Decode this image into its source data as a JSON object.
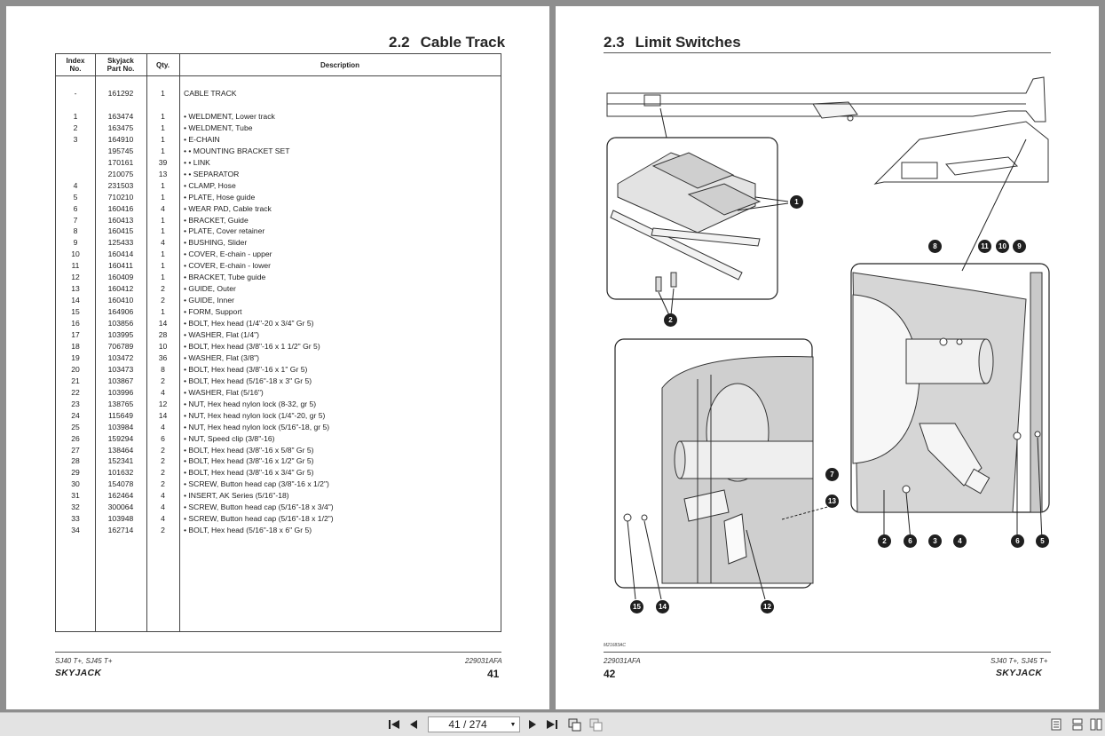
{
  "left_page": {
    "section_number": "2.2",
    "section_title": "Cable Track",
    "table": {
      "headers": {
        "index": [
          "Index",
          "No."
        ],
        "part": [
          "Skyjack",
          "Part No."
        ],
        "qty": "Qty.",
        "desc": "Description"
      },
      "rows": [
        {
          "idx": "-",
          "part": "161292",
          "qty": "1",
          "desc": "CABLE TRACK"
        },
        {
          "idx": "1",
          "part": "163474",
          "qty": "1",
          "desc": "•  WELDMENT, Lower track"
        },
        {
          "idx": "2",
          "part": "163475",
          "qty": "1",
          "desc": "•  WELDMENT, Tube"
        },
        {
          "idx": "3",
          "part": "164910",
          "qty": "1",
          "desc": "•  E-CHAIN"
        },
        {
          "idx": "",
          "part": "195745",
          "qty": "1",
          "desc": "•  •  MOUNTING BRACKET SET"
        },
        {
          "idx": "",
          "part": "170161",
          "qty": "39",
          "desc": "•  •  LINK"
        },
        {
          "idx": "",
          "part": "210075",
          "qty": "13",
          "desc": "•  •  SEPARATOR"
        },
        {
          "idx": "4",
          "part": "231503",
          "qty": "1",
          "desc": "•  CLAMP, Hose"
        },
        {
          "idx": "5",
          "part": "710210",
          "qty": "1",
          "desc": "•  PLATE, Hose guide"
        },
        {
          "idx": "6",
          "part": "160416",
          "qty": "4",
          "desc": "•  WEAR PAD, Cable track"
        },
        {
          "idx": "7",
          "part": "160413",
          "qty": "1",
          "desc": "•  BRACKET, Guide"
        },
        {
          "idx": "8",
          "part": "160415",
          "qty": "1",
          "desc": "•  PLATE, Cover retainer"
        },
        {
          "idx": "9",
          "part": "125433",
          "qty": "4",
          "desc": "•  BUSHING, Slider"
        },
        {
          "idx": "10",
          "part": "160414",
          "qty": "1",
          "desc": "•  COVER, E-chain - upper"
        },
        {
          "idx": "11",
          "part": "160411",
          "qty": "1",
          "desc": "•  COVER, E-chain - lower"
        },
        {
          "idx": "12",
          "part": "160409",
          "qty": "1",
          "desc": "•  BRACKET, Tube guide"
        },
        {
          "idx": "13",
          "part": "160412",
          "qty": "2",
          "desc": "•  GUIDE, Outer"
        },
        {
          "idx": "14",
          "part": "160410",
          "qty": "2",
          "desc": "•  GUIDE, Inner"
        },
        {
          "idx": "15",
          "part": "164906",
          "qty": "1",
          "desc": "•  FORM, Support"
        },
        {
          "idx": "16",
          "part": "103856",
          "qty": "14",
          "desc": "•  BOLT, Hex head (1/4\"-20 x 3/4\" Gr 5)"
        },
        {
          "idx": "17",
          "part": "103995",
          "qty": "28",
          "desc": "•  WASHER, Flat (1/4\")"
        },
        {
          "idx": "18",
          "part": "706789",
          "qty": "10",
          "desc": "•  BOLT, Hex head (3/8\"-16 x 1 1/2\" Gr 5)"
        },
        {
          "idx": "19",
          "part": "103472",
          "qty": "36",
          "desc": "•  WASHER, Flat (3/8\")"
        },
        {
          "idx": "20",
          "part": "103473",
          "qty": "8",
          "desc": "•  BOLT, Hex head (3/8\"-16 x 1\" Gr 5)"
        },
        {
          "idx": "21",
          "part": "103867",
          "qty": "2",
          "desc": "•  BOLT, Hex head (5/16\"-18 x 3\" Gr 5)"
        },
        {
          "idx": "22",
          "part": "103996",
          "qty": "4",
          "desc": "•  WASHER, Flat (5/16\")"
        },
        {
          "idx": "23",
          "part": "138765",
          "qty": "12",
          "desc": "•  NUT, Hex head nylon lock (8-32, gr 5)"
        },
        {
          "idx": "24",
          "part": "115649",
          "qty": "14",
          "desc": "•  NUT, Hex head nylon lock (1/4\"-20, gr 5)"
        },
        {
          "idx": "25",
          "part": "103984",
          "qty": "4",
          "desc": "•  NUT, Hex head nylon lock (5/16\"-18, gr 5)"
        },
        {
          "idx": "26",
          "part": "159294",
          "qty": "6",
          "desc": "•  NUT, Speed clip (3/8\"-16)"
        },
        {
          "idx": "27",
          "part": "138464",
          "qty": "2",
          "desc": "•  BOLT, Hex head (3/8\"-16 x 5/8\" Gr 5)"
        },
        {
          "idx": "28",
          "part": "152341",
          "qty": "2",
          "desc": "•  BOLT, Hex head (3/8\"-16 x 1/2\" Gr 5)"
        },
        {
          "idx": "29",
          "part": "101632",
          "qty": "2",
          "desc": "•  BOLT, Hex head (3/8\"-16 x 3/4\" Gr 5)"
        },
        {
          "idx": "30",
          "part": "154078",
          "qty": "2",
          "desc": "•  SCREW, Button head cap (3/8\"-16 x 1/2\")"
        },
        {
          "idx": "31",
          "part": "162464",
          "qty": "4",
          "desc": "•  INSERT, AK Series (5/16\"-18)"
        },
        {
          "idx": "32",
          "part": "300064",
          "qty": "4",
          "desc": "•  SCREW, Button head cap (5/16\"-18 x 3/4\")"
        },
        {
          "idx": "33",
          "part": "103948",
          "qty": "4",
          "desc": "•  SCREW, Button head cap (5/16\"-18 x 1/2\")"
        },
        {
          "idx": "34",
          "part": "162714",
          "qty": "2",
          "desc": "•  BOLT, Hex head (5/16\"-18 x 6\" Gr 5)"
        }
      ]
    },
    "footer_model": "SJ40 T+, SJ45 T+",
    "footer_doc": "229031AFA",
    "logo": "SKYJACK",
    "page_number": "41"
  },
  "right_page": {
    "section_number": "2.3",
    "section_title": "Limit Switches",
    "figure_code": "M21683AC",
    "callouts": [
      "1",
      "2",
      "8",
      "11",
      "10",
      "9",
      "7",
      "13",
      "2",
      "6",
      "3",
      "4",
      "6",
      "5",
      "15",
      "14",
      "12"
    ],
    "footer_doc": "229031AFA",
    "footer_model": "SJ40 T+, SJ45 T+",
    "logo": "SKYJACK",
    "page_number": "42"
  },
  "toolbar": {
    "page_indicator": "41 / 274",
    "first_icon": "first-page-icon",
    "prev_icon": "prev-page-icon",
    "next_icon": "next-page-icon",
    "last_icon": "last-page-icon"
  }
}
